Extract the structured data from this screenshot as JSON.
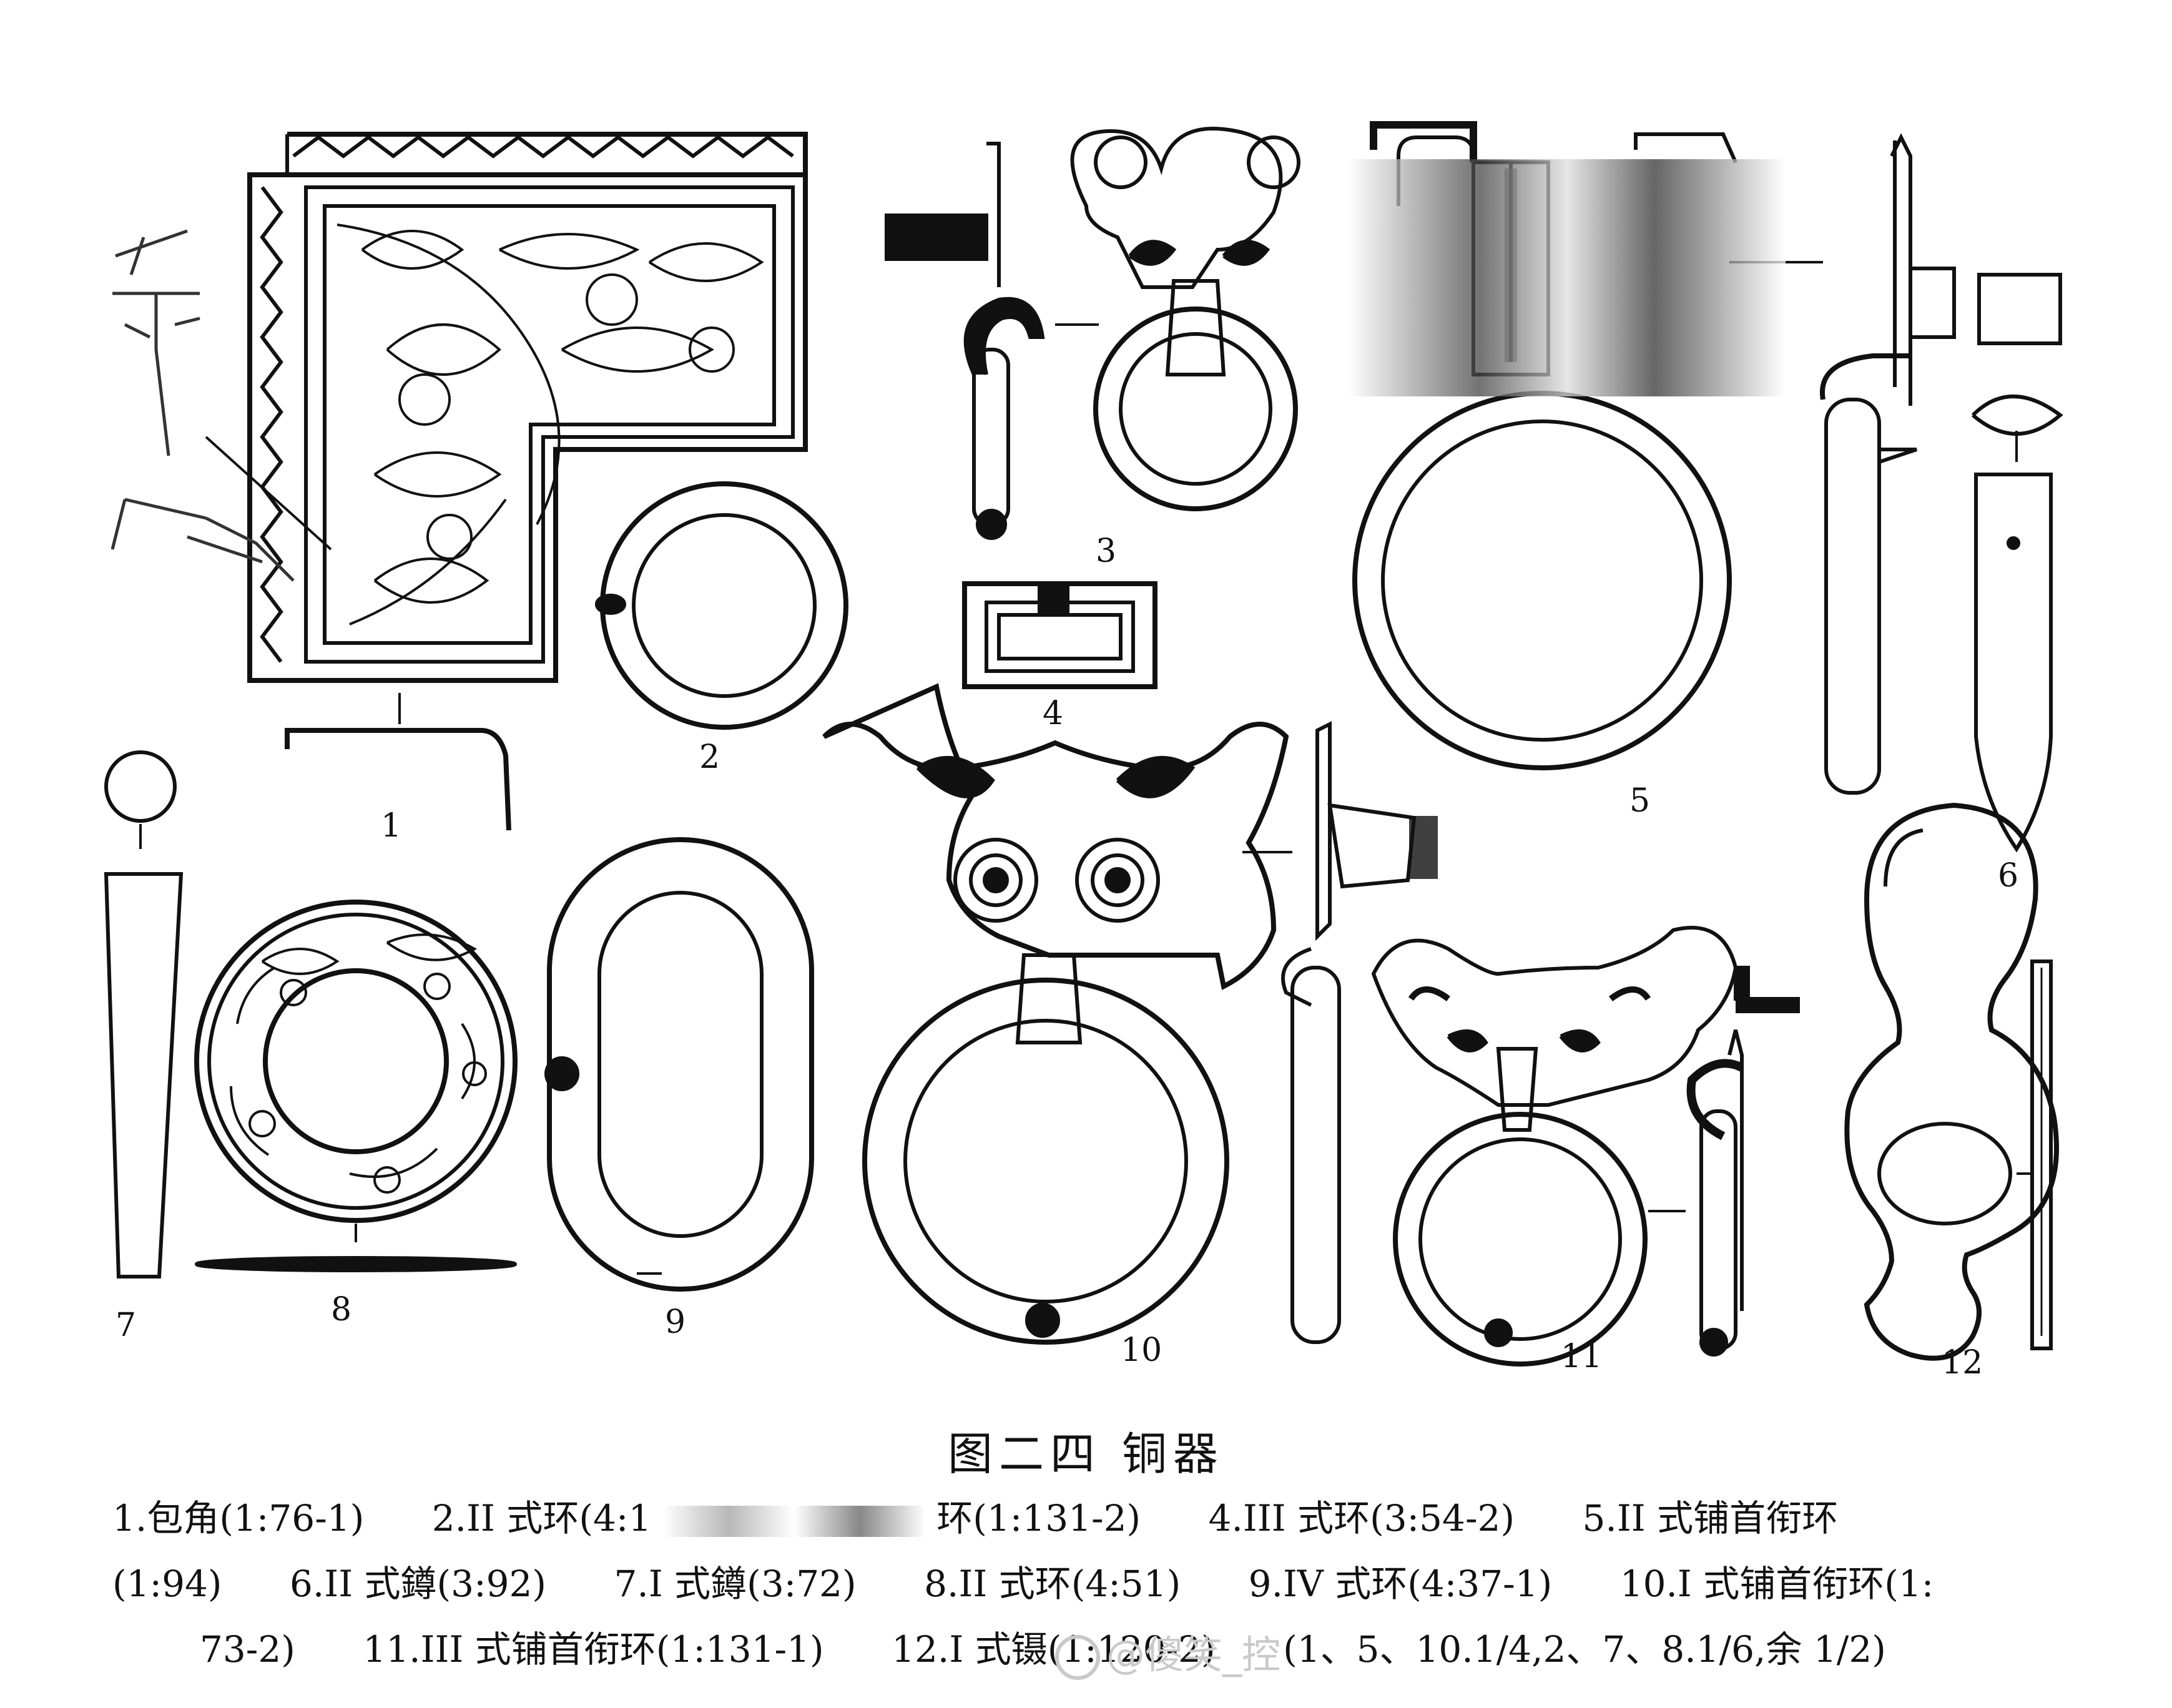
{
  "figure": {
    "title": "图二四   铜器",
    "labels": [
      "1",
      "2",
      "3",
      "4",
      "5",
      "6",
      "7",
      "8",
      "9",
      "10",
      "11",
      "12"
    ],
    "caption": {
      "line1": [
        "1.包角(1:76-1)",
        "2.II 式环(4:1",
        "环(1:131-2)",
        "4.III 式环(3:54-2)",
        "5.II 式铺首衔环"
      ],
      "line2": [
        "(1:94)",
        "6.II 式鐏(3:92)",
        "7.I 式鐏(3:72)",
        "8.II 式环(4:51)",
        "9.IV 式环(4:37-1)",
        "10.I 式铺首衔环(1:"
      ],
      "line3": [
        "73-2)",
        "11.III 式铺首衔环(1:131-1)",
        "12.I 式镊(1:120-2)",
        "(1、5、10.1/4,2、7、8.1/6,余 1/2)"
      ]
    },
    "watermark": "@傻笑_控"
  }
}
